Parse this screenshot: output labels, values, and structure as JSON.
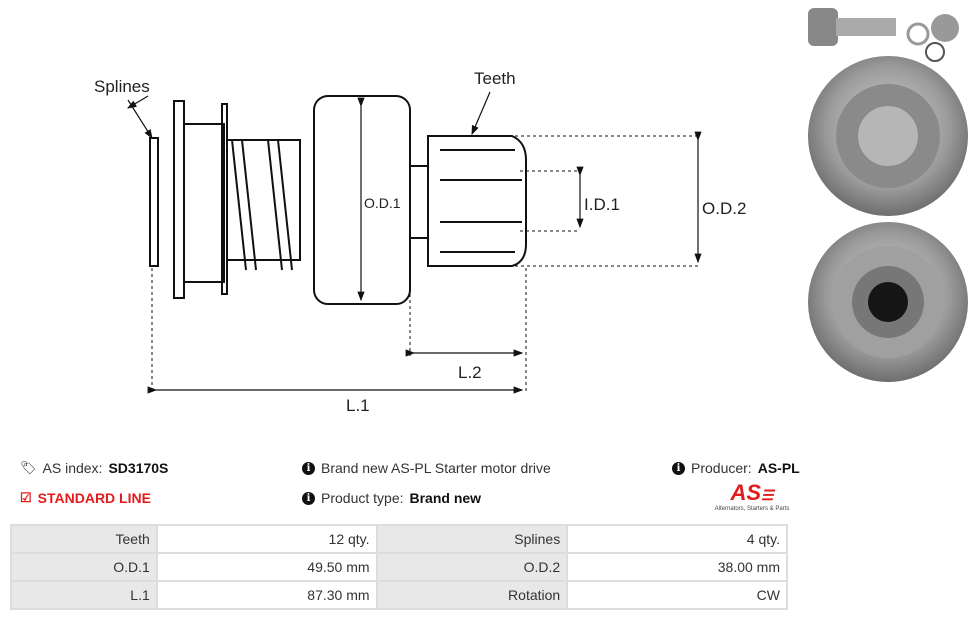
{
  "diagram": {
    "labels": {
      "splines": "Splines",
      "teeth": "Teeth",
      "od1": "O.D.1",
      "id1": "I.D.1",
      "od2": "O.D.2",
      "l2": "L.2",
      "l1": "L.1"
    }
  },
  "info": {
    "as_index_label": "AS index:",
    "as_index_value": "SD3170S",
    "line": "STANDARD LINE",
    "description": "Brand new AS-PL Starter motor drive",
    "product_type_label": "Product type:",
    "product_type_value": "Brand new",
    "producer_label": "Producer:",
    "producer_value": "AS-PL",
    "logo_text": "AS",
    "logo_tagline": "Alternators, Starters & Parts"
  },
  "specs": [
    {
      "k1": "Teeth",
      "v1": "12 qty.",
      "k2": "Splines",
      "v2": "4 qty."
    },
    {
      "k1": "O.D.1",
      "v1": "49.50 mm",
      "k2": "O.D.2",
      "v2": "38.00 mm"
    },
    {
      "k1": "L.1",
      "v1": "87.30 mm",
      "k2": "Rotation",
      "v2": "CW"
    }
  ],
  "colors": {
    "accent": "#e41b1b"
  }
}
